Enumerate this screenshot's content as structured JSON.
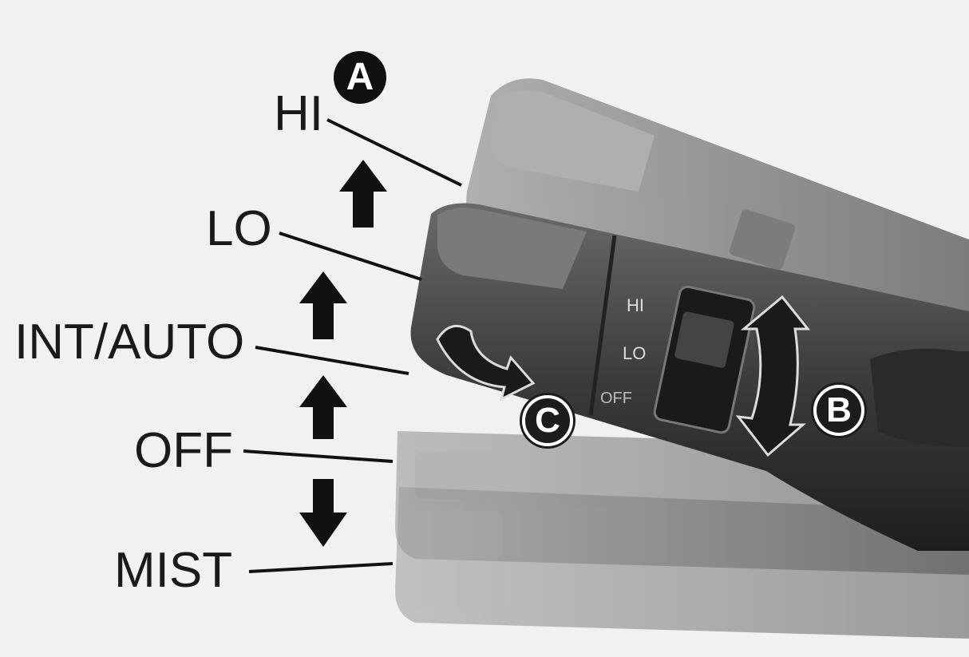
{
  "positions": {
    "hi": "HI",
    "lo": "LO",
    "int_auto": "INT/AUTO",
    "off": "OFF",
    "mist": "MIST"
  },
  "callouts": {
    "a": "A",
    "b": "B",
    "c": "C"
  },
  "lever_markings": {
    "hi": "HI",
    "lo": "LO",
    "off": "OFF"
  }
}
